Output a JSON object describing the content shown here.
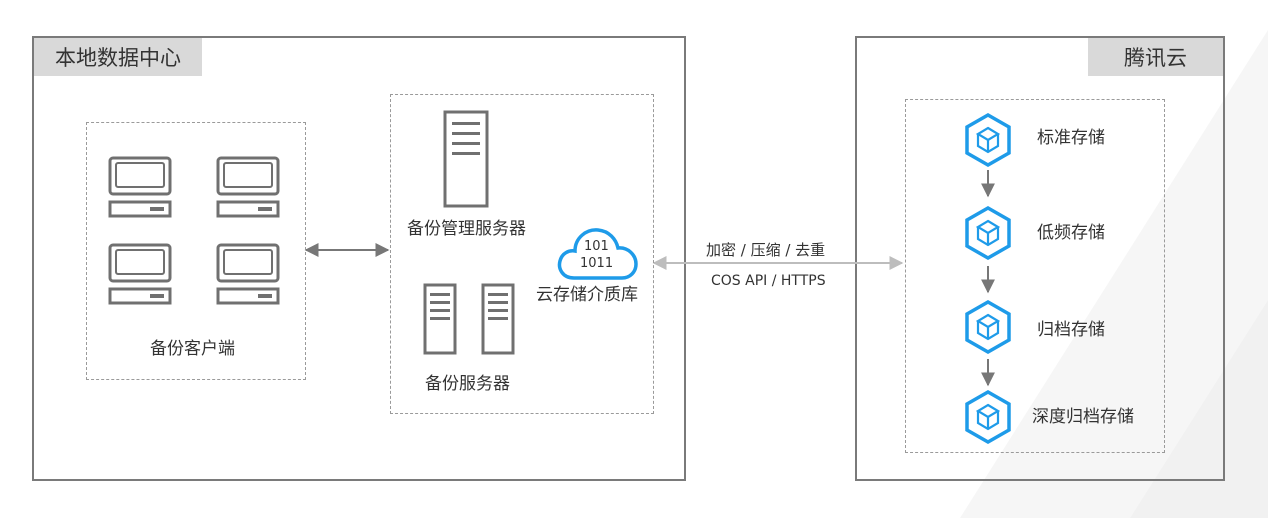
{
  "local_dc": {
    "title": "本地数据中心",
    "clients": {
      "label": "备份客户端",
      "count": 4
    },
    "mgmt_server": {
      "label": "备份管理服务器"
    },
    "backup_servers": {
      "label": "备份服务器"
    },
    "cloud_library": {
      "label": "云存储介质库",
      "binary_line1": "101",
      "binary_line2": "1011"
    }
  },
  "link": {
    "line1": "加密 / 压缩 / 去重",
    "line2": "COS API / HTTPS"
  },
  "tencent_cloud": {
    "title": "腾讯云",
    "tiers": [
      {
        "label": "标准存储",
        "icon": "cube-icon"
      },
      {
        "label": "低频存储",
        "icon": "cube-icon"
      },
      {
        "label": "归档存储",
        "icon": "cube-icon"
      },
      {
        "label": "深度归档存储",
        "icon": "cube-icon"
      }
    ]
  },
  "colors": {
    "accent": "#1e9be9",
    "frame": "#7a7a7a",
    "device": "#707070",
    "title_bg": "#d9d9d9"
  }
}
